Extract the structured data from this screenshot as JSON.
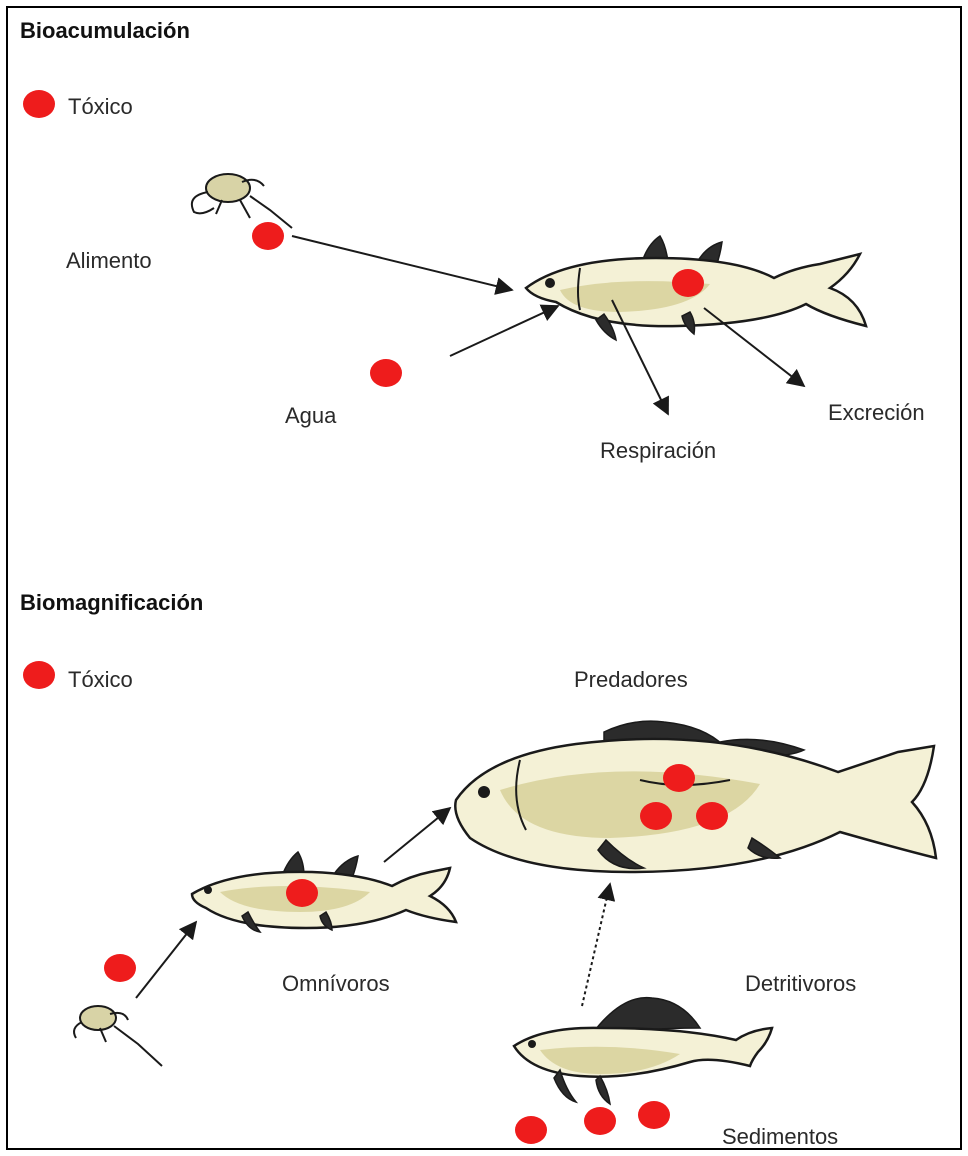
{
  "bioacumulacion": {
    "title": "Bioacumulación",
    "legend": "Tóxico",
    "labels": {
      "alimento": "Alimento",
      "agua": "Agua",
      "respiracion": "Respiración",
      "excrecion": "Excreción"
    }
  },
  "biomagnificacion": {
    "title": "Biomagnificación",
    "legend": "Tóxico",
    "labels": {
      "predadores": "Predadores",
      "omnivoros": "Omnívoros",
      "detritivoros": "Detritivoros",
      "sedimentos": "Sedimentos"
    }
  },
  "colors": {
    "toxic_dot": "#ee1c1c",
    "ink": "#1a1a1a"
  }
}
